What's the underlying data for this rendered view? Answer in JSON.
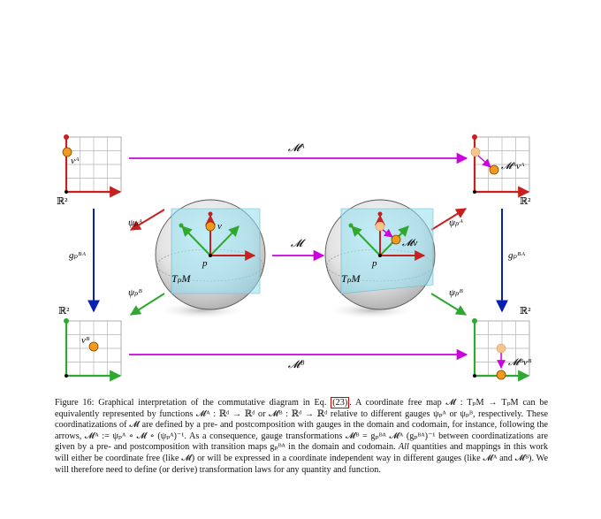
{
  "figure": {
    "labels": {
      "top_arrow": "𝓜ᴬ",
      "bottom_arrow": "𝓜ᴮ",
      "middle_arrow": "𝓜",
      "left_vertical": "gₚᴮᴬ",
      "right_vertical": "gₚᴮᴬ",
      "psi_a_left": "ψₚᴬ",
      "psi_b_left": "ψₚᴮ",
      "psi_a_right": "ψₚᴬ",
      "psi_b_right": "ψₚᴮ",
      "r2_tl": "ℝ²",
      "r2_tr": "ℝ²",
      "r2_bl": "ℝ²",
      "r2_br": "ℝ²",
      "v_a_tl": "vᴬ",
      "v_b_bl": "vᴮ",
      "mv_a_tr": "𝓜ᴬvᴬ",
      "mv_b_br": "𝓜ᴮvᴮ",
      "p_left": "p",
      "v_left": "v",
      "tpm_left": "TₚM",
      "p_right": "p",
      "mv_right": "𝓜v",
      "tpm_right": "TₚM"
    },
    "colors": {
      "magenta": "#cc00e0",
      "blue": "#0a1fb0",
      "red": "#c8201e",
      "green": "#2ea82e",
      "orange": "#f39a1c",
      "tangent_plane": "#8fdcef"
    }
  },
  "caption": {
    "p1": "Figure 16: Graphical interpretation of the commutative diagram in Eq. ",
    "ref": "(23)",
    "p2": ". A coordinate free map 𝓜 : TₚM → TₚM can be equivalently represented by functions 𝓜ᴬ : ℝᵈ → ℝᵈ or 𝓜ᴮ : ℝᵈ → ℝᵈ relative to different gauges ψₚᴬ or ψₚᴮ, respectively. These coordinatizations of 𝓜 are defined by a pre- and postcomposition with gauges in the domain and codomain, for instance, following the arrows, 𝓜ᴬ := ψₚᴬ ∘ 𝓜 ∘ (ψₚᴬ)⁻¹. As a consequence, gauge transformations 𝓜ᴮ = gₚᴮᴬ 𝓜ᴬ (gₚᴮᴬ)⁻¹ between coordinatizations are given by a pre- and postcomposition with transition maps gₚᴮᴬ in the domain and codomain. ",
    "p3": "All",
    "p4": " quantities and mappings in this work will either be coordinate free (like 𝓜) or will be expressed in a coordinate independent way in different gauges (like 𝓜ᴬ and 𝓜ᴮ). We will therefore need to define (or derive) transformation laws for any quantity and function."
  }
}
